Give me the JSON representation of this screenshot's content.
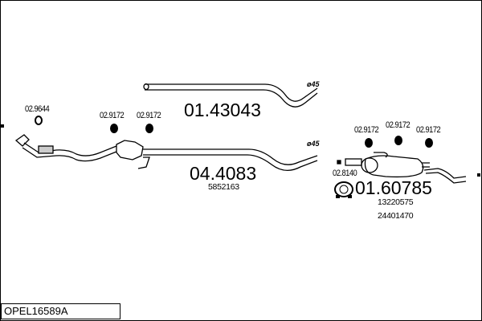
{
  "diagram_title": "OPEL16589A",
  "parts": {
    "p1": {
      "number": "01.43043",
      "diameter": "ø45"
    },
    "p2": {
      "number": "04.4083",
      "sub": "5852163",
      "diameter": "ø45"
    },
    "p3": {
      "number": "01.60785",
      "subs": [
        "13220575",
        "24401470"
      ]
    },
    "rings": [
      "02.9644",
      "02.8140"
    ],
    "hangers": [
      "02.9172",
      "02.9172",
      "02.9172",
      "02.9172",
      "02.9172"
    ]
  }
}
